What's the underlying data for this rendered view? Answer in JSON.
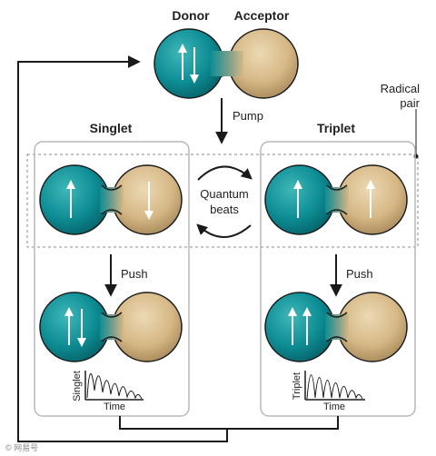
{
  "labels": {
    "donor": "Donor",
    "acceptor": "Acceptor",
    "pump": "Pump",
    "radical_pair": [
      "Radical",
      "pair"
    ],
    "singlet": "Singlet",
    "triplet": "Triplet",
    "quantum_beats": [
      "Quantum",
      "beats"
    ],
    "push_left": "Push",
    "push_right": "Push"
  },
  "plots": {
    "singlet": {
      "ylabel": "Singlet",
      "xlabel": "Time"
    },
    "triplet": {
      "ylabel": "Triplet",
      "xlabel": "Time"
    }
  },
  "watermark": "© 网易号",
  "colors": {
    "donor": "#0e8e95",
    "acceptor": "#d6b886",
    "outline": "#1a1a1a",
    "frame": "#b8b8b8"
  },
  "icons": [
    "spin-up-arrow-icon",
    "spin-down-arrow-icon",
    "cycle-arrows-icon",
    "down-arrow-icon"
  ]
}
